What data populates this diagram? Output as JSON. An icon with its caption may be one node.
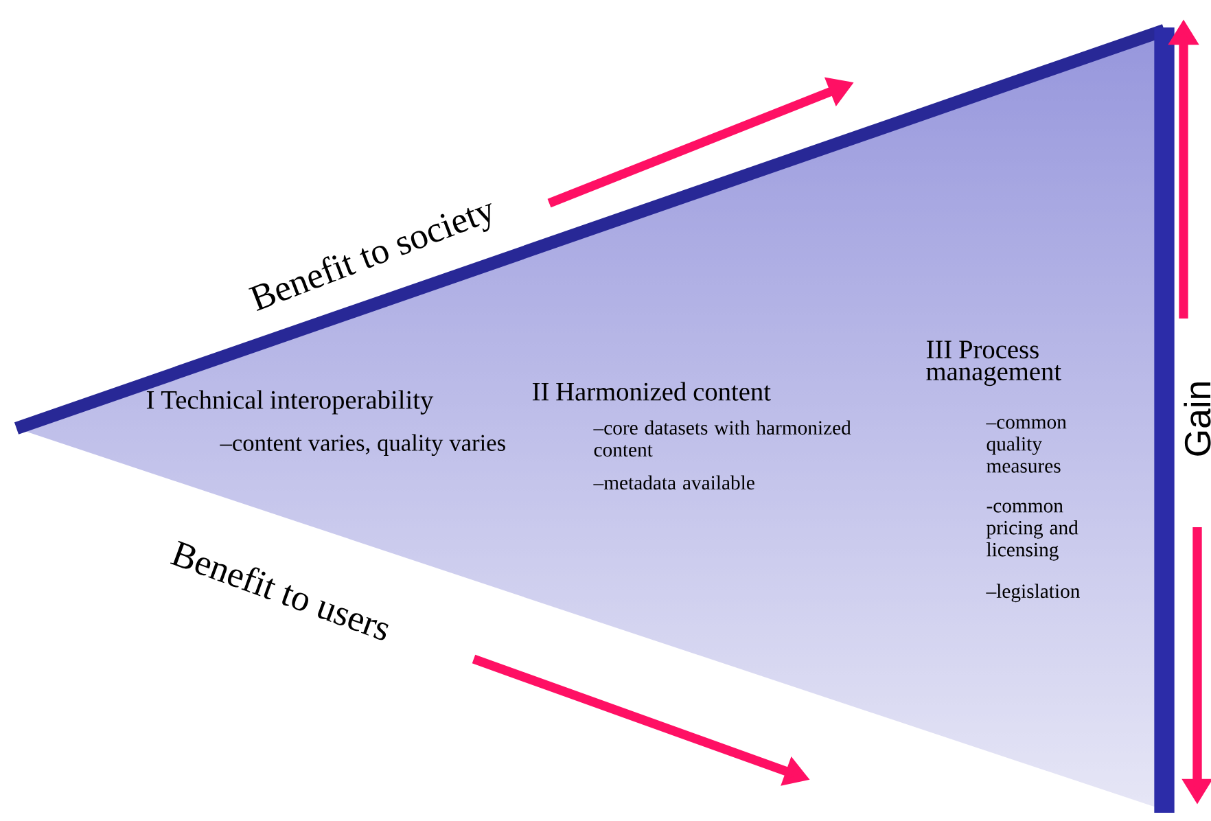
{
  "diagram": {
    "labels": [
      "Benefit to society",
      "I Technical interoperability",
      "–content varies, quality varies",
      "II Harmonized content",
      "–core datasets with harmonized content",
      "–metadata available",
      "III Process management",
      "–common quality measures",
      "-common pricing and licensing",
      "–legislation",
      "Benefit to users",
      "Gain"
    ]
  }
}
